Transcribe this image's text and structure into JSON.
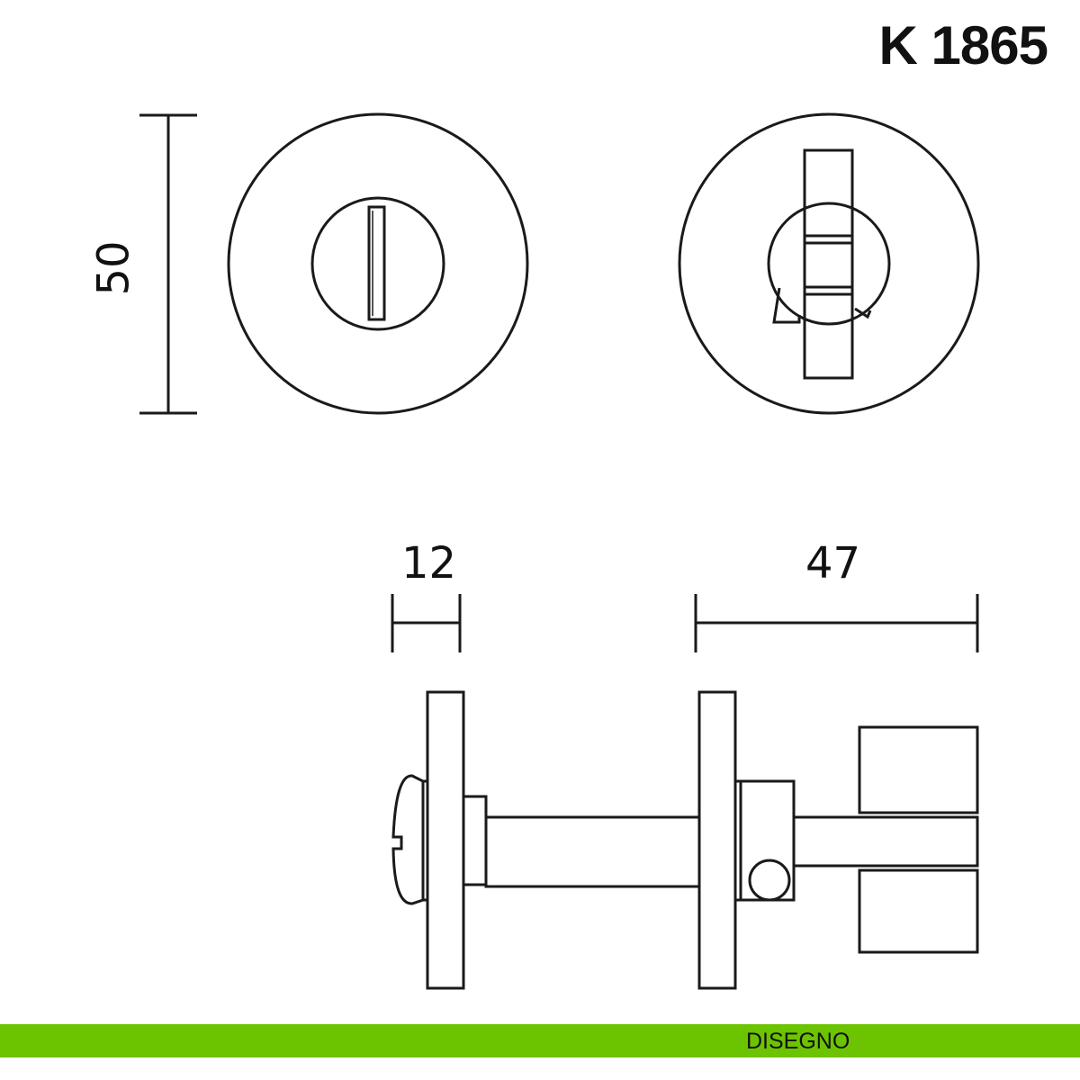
{
  "title": "K 1865",
  "dimensions": {
    "height": "50",
    "depth_left": "12",
    "depth_right": "47"
  },
  "footer": {
    "label": "DISEGNO",
    "color": "#6cc400"
  }
}
